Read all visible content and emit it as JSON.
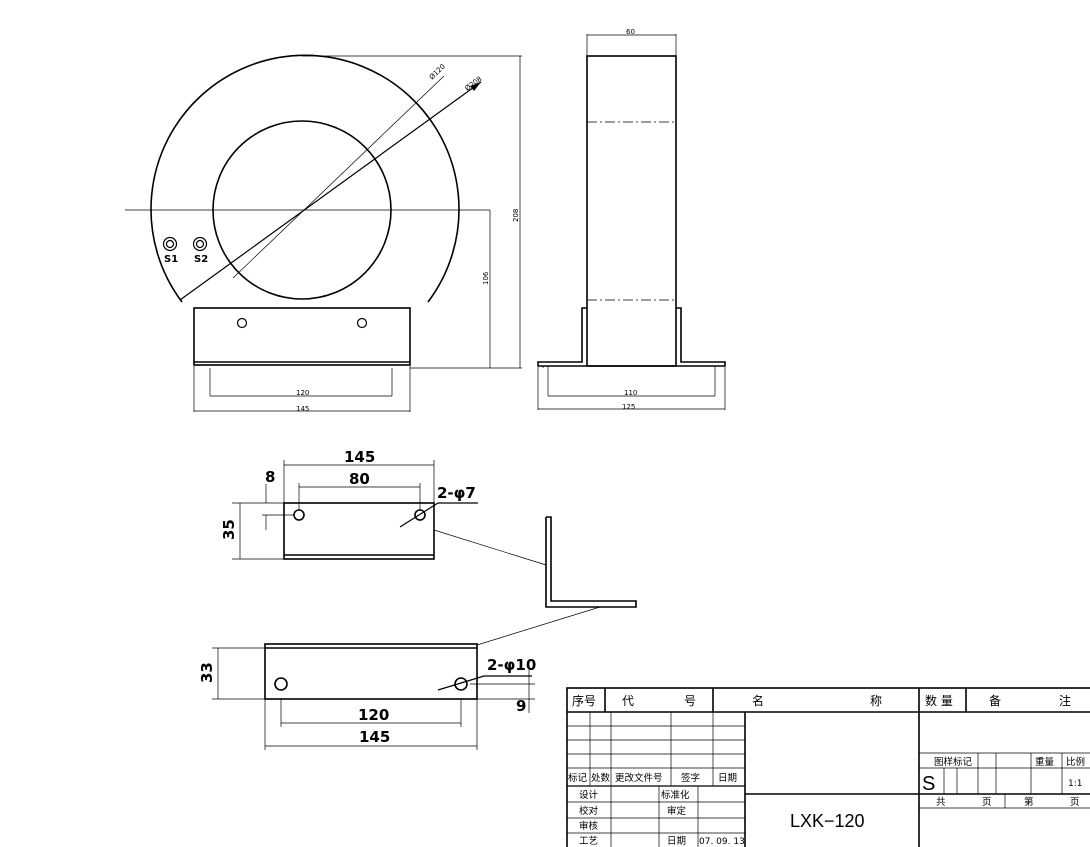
{
  "dims": {
    "phi120": "Ø120",
    "phi208": "Ø208",
    "d208": "208",
    "d106": "106",
    "d120a": "120",
    "d145a": "145",
    "d60": "60",
    "d110": "110",
    "d125": "125",
    "d145b": "145",
    "d80": "80",
    "d8": "8",
    "d35": "35",
    "holes7": "2-φ7",
    "d33": "33",
    "holes10": "2-φ10",
    "d9": "9",
    "d120b": "120",
    "d145c": "145"
  },
  "terminals": {
    "s1": "S1",
    "s2": "S2"
  },
  "title_block": {
    "headers": {
      "seq": "序号",
      "code_a": "代",
      "code_b": "号",
      "name_a": "名",
      "name_b": "称",
      "qty": "数 量",
      "remark_a": "备",
      "remark_b": "注"
    },
    "revision": {
      "mark": "标记",
      "zone": "处数",
      "doc": "更改文件号",
      "sign": "签字",
      "date": "日期"
    },
    "roles": {
      "design": "设计",
      "check": "校对",
      "review": "审核",
      "process": "工艺"
    },
    "labels": {
      "standard": "标准化",
      "approve": "审定",
      "date_label": "日期",
      "date_value": "07. 09. 13"
    },
    "part_name": "LXK−120",
    "sample_mark": "图样标记",
    "weight": "重量",
    "scale_label": "比例",
    "scale_value": "1:1",
    "stage": "S",
    "total": "共",
    "page": "页",
    "sheet": "第",
    "page2": "页"
  }
}
